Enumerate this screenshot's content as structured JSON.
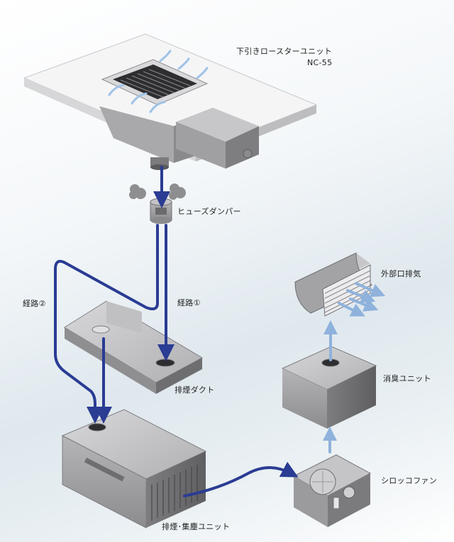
{
  "labels": {
    "roaster_name": "下引きロースターユニット",
    "roaster_model": "NC-55",
    "fuse_damper": "ヒューズダンパー",
    "route1": "経路①",
    "route2": "経路②",
    "exhaust_duct": "排煙ダクト",
    "dust_unit": "排煙･集塵ユニット",
    "sirocco_fan": "シロッコファン",
    "deodorizer": "消臭ユニット",
    "outdoor_exhaust": "外部口排気"
  },
  "colors": {
    "duct_line": "#2a3c93",
    "airflow": "#8fb2dc",
    "equipment": "#9a9a9c",
    "equipment_dark": "#6f6f72",
    "equipment_light": "#c9c9cb"
  }
}
